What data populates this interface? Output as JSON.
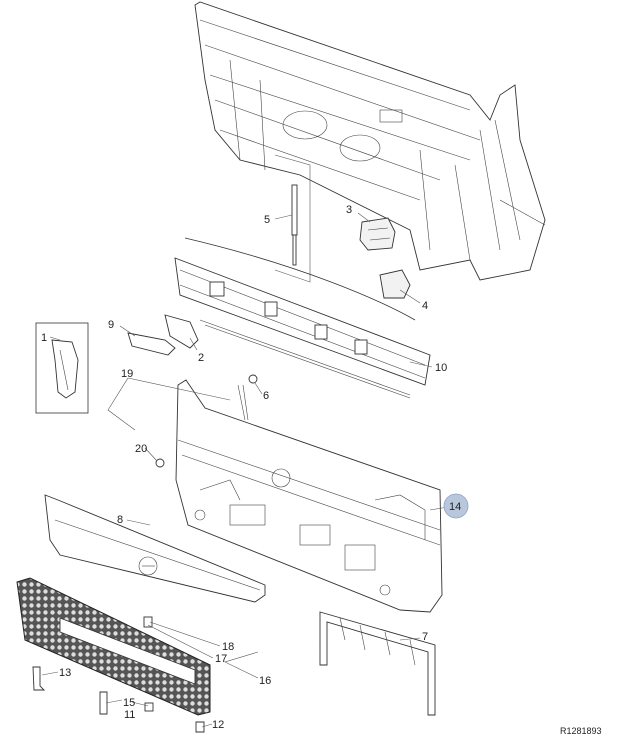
{
  "diagram": {
    "callouts": [
      "1",
      "2",
      "3",
      "4",
      "5",
      "6",
      "7",
      "8",
      "9",
      "10",
      "11",
      "12",
      "13",
      "14",
      "15",
      "16",
      "17",
      "18",
      "19",
      "20"
    ],
    "highlighted_callout": "14",
    "reference_code": "R1281893",
    "highlight_color": "#b9c7dc"
  }
}
